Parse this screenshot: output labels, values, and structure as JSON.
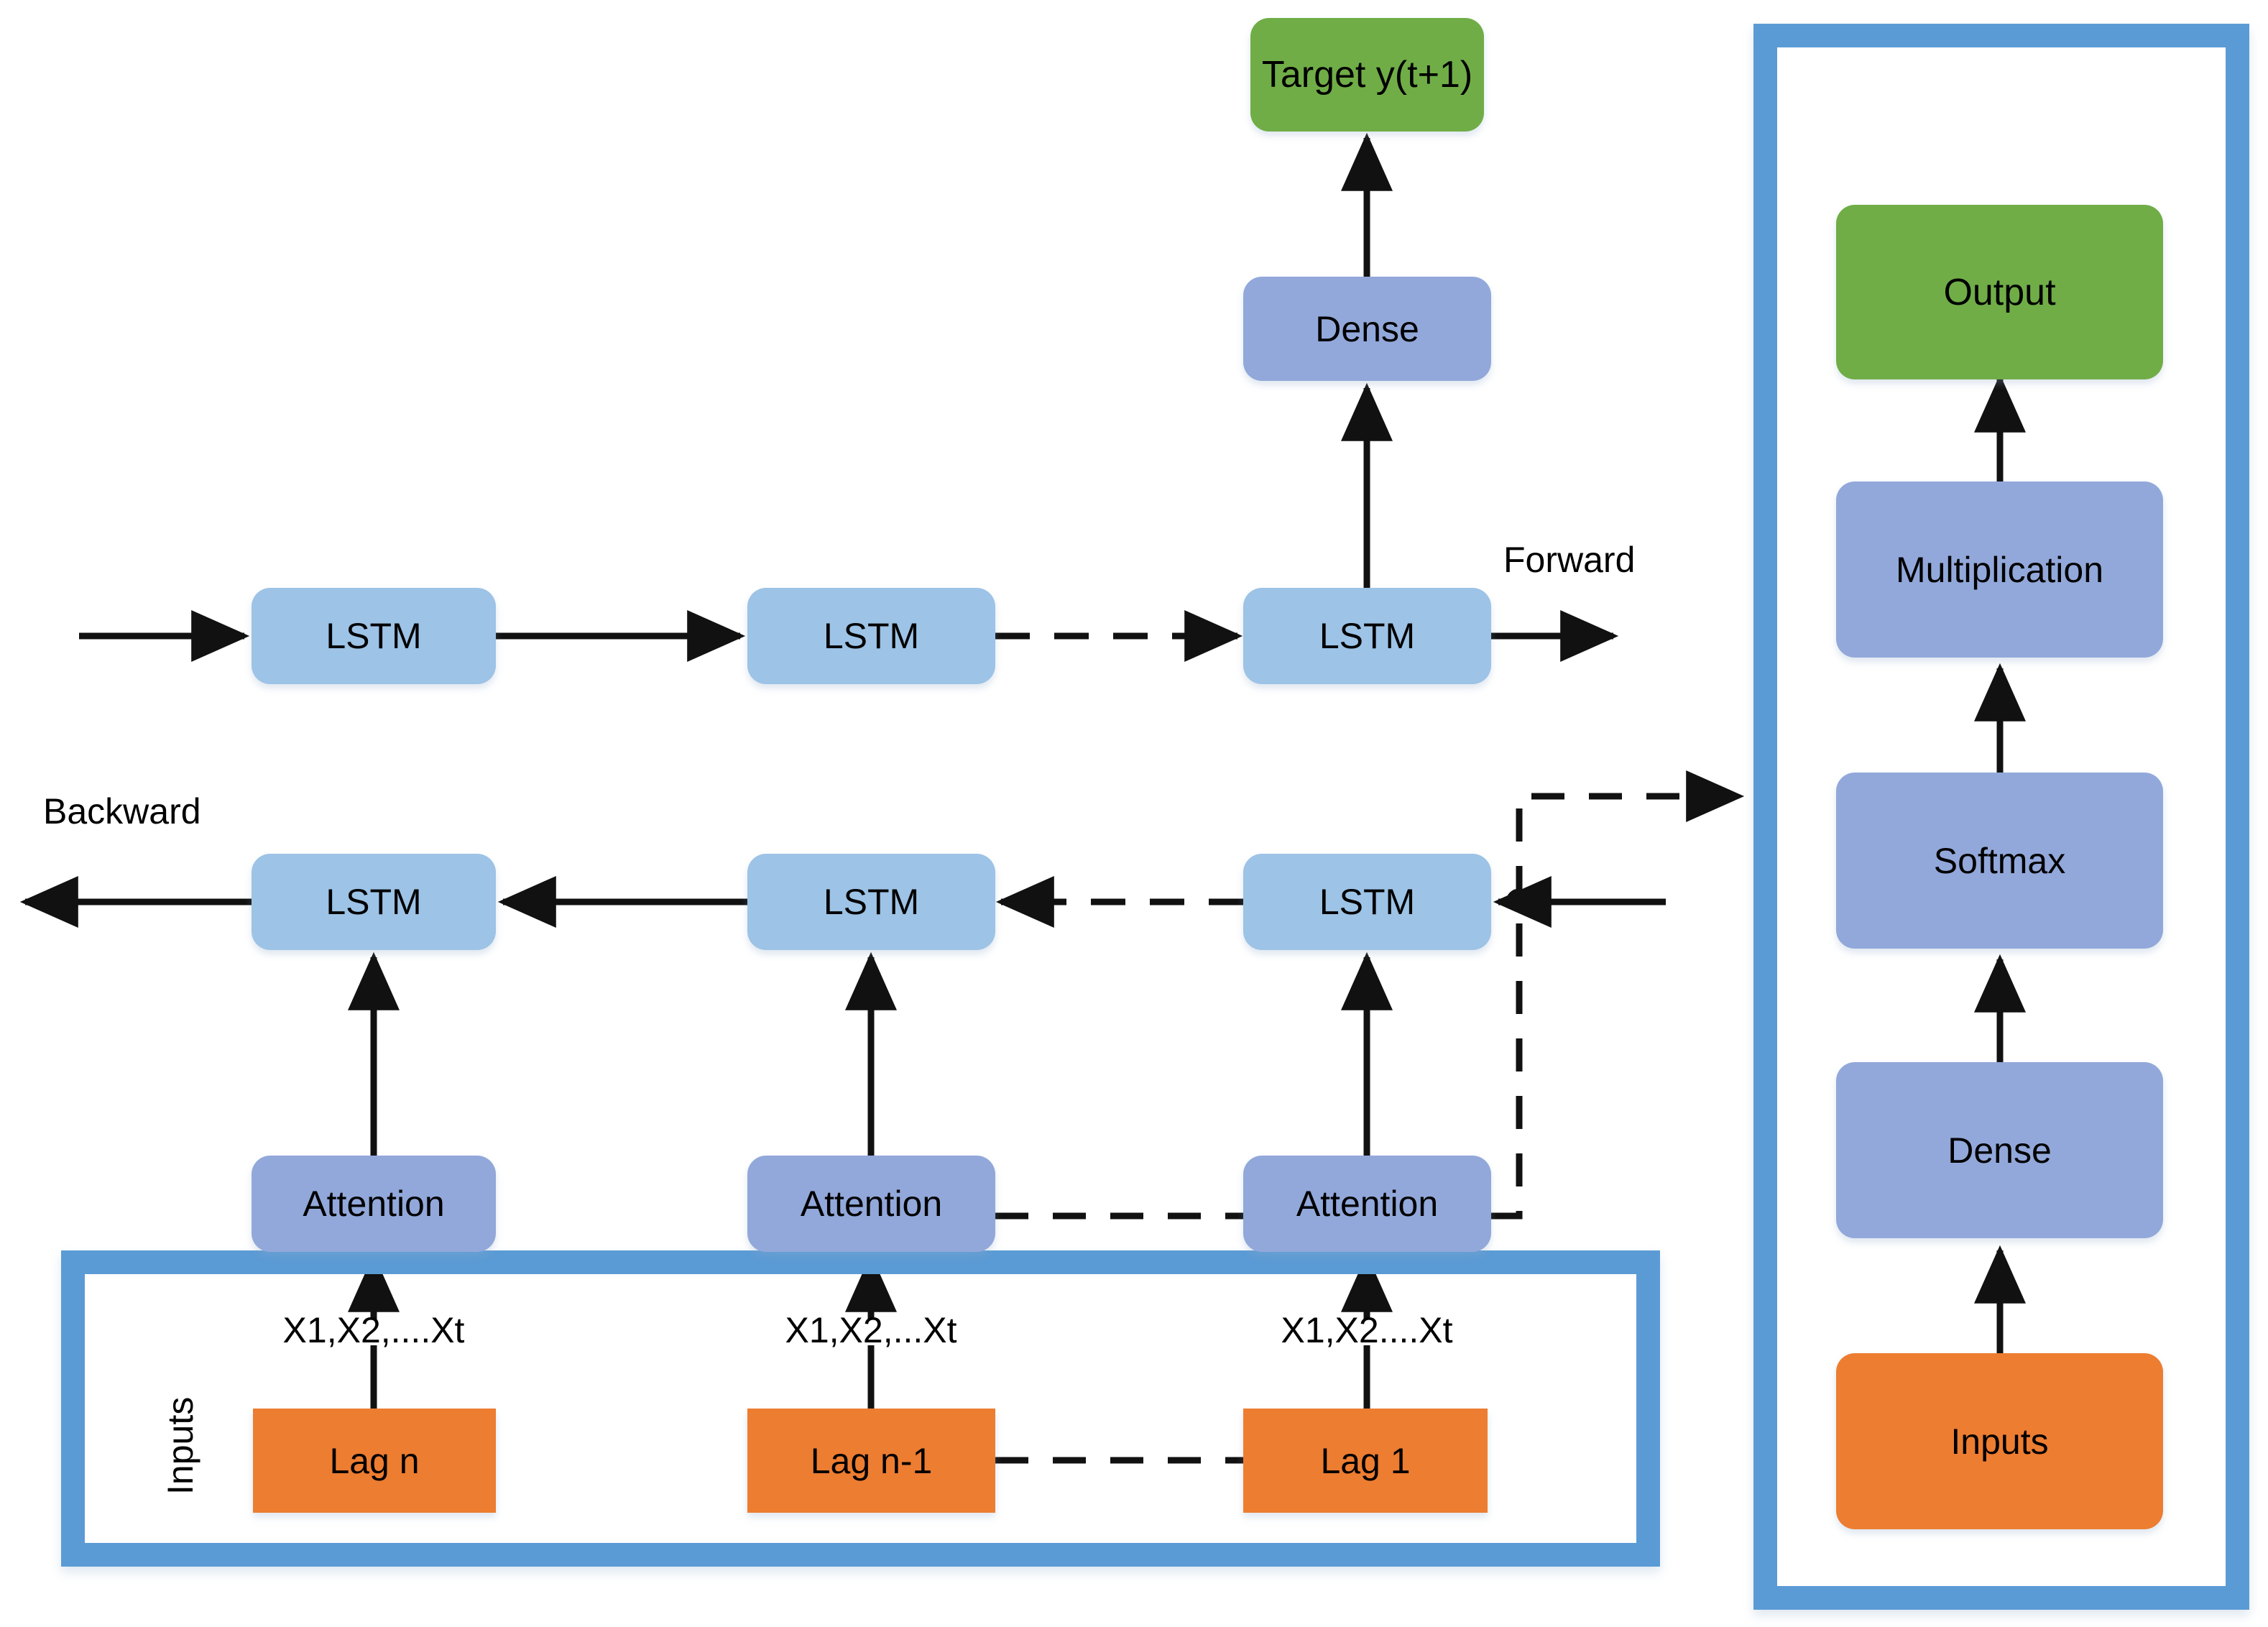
{
  "diagram": {
    "title": "Attention-based Bidirectional LSTM forecasting architecture",
    "colors": {
      "lstm_blue": "#9DC3E6",
      "attention_blue": "#92A8DA",
      "dense_blue": "#92A8DA",
      "green": "#70AD47",
      "orange": "#ED7D31",
      "panel_border": "#5B9BD5",
      "arrow": "#000000",
      "background": "#FFFFFF"
    }
  },
  "left_network": {
    "target_box": {
      "label": "Target y(t+1)"
    },
    "dense_box": {
      "label": "Dense"
    },
    "forward_label": "Forward",
    "backward_label": "Backward",
    "forward_lstm": [
      {
        "label": "LSTM"
      },
      {
        "label": "LSTM"
      },
      {
        "label": "LSTM"
      }
    ],
    "backward_lstm": [
      {
        "label": "LSTM"
      },
      {
        "label": "LSTM"
      },
      {
        "label": "LSTM"
      }
    ],
    "attention": [
      {
        "label": "Attention"
      },
      {
        "label": "Attention"
      },
      {
        "label": "Attention"
      }
    ],
    "inputs_panel": {
      "side_label": "Inputs",
      "feature_labels": [
        "X1,X2,....Xt",
        "X1,X2,...Xt",
        "X1,X2....Xt"
      ],
      "lags": [
        {
          "label": "Lag n"
        },
        {
          "label": "Lag n-1"
        },
        {
          "label": "Lag 1"
        }
      ]
    }
  },
  "attention_panel": {
    "stack": [
      {
        "label": "Output",
        "kind": "green"
      },
      {
        "label": "Multiplication",
        "kind": "blue"
      },
      {
        "label": "Softmax",
        "kind": "blue"
      },
      {
        "label": "Dense",
        "kind": "blue"
      },
      {
        "label": "Inputs",
        "kind": "orange"
      }
    ]
  }
}
